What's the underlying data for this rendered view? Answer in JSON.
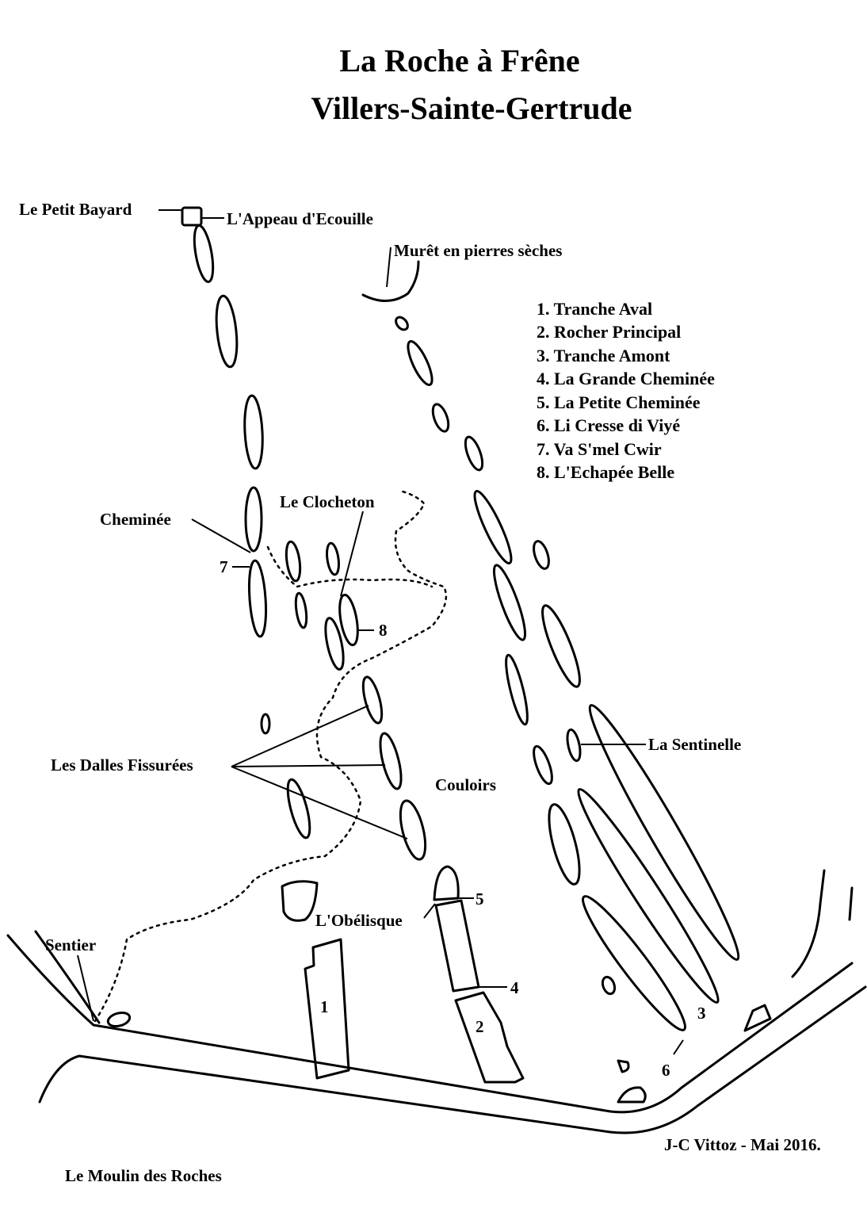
{
  "title": {
    "line1": "La Roche à Frêne",
    "line2": "Villers-Sainte-Gertrude"
  },
  "labels": {
    "petit_bayard": "Le Petit Bayard",
    "appeau": "L'Appeau d'Ecouille",
    "muret": "Murêt en pierres sèches",
    "cheminee": "Cheminée",
    "clocheton": "Le Clocheton",
    "dalles": "Les Dalles Fissurées",
    "couloirs": "Couloirs",
    "sentinelle": "La Sentinelle",
    "obelisque": "L'Obélisque",
    "sentier": "Sentier",
    "moulin": "Le Moulin des Roches",
    "n1": "1",
    "n2": "2",
    "n3": "3",
    "n4": "4",
    "n5": "5",
    "n6": "6",
    "n7": "7",
    "n8": "8"
  },
  "legend": [
    "1. Tranche Aval",
    "2. Rocher Principal",
    "3. Tranche Amont",
    "4. La Grande Cheminée",
    "5. La Petite Cheminée",
    "6. Li Cresse di Viyé",
    "7. Va S'mel Cwir",
    "8. L'Echapée Belle"
  ],
  "credit": "J-C Vittoz - Mai 2016."
}
